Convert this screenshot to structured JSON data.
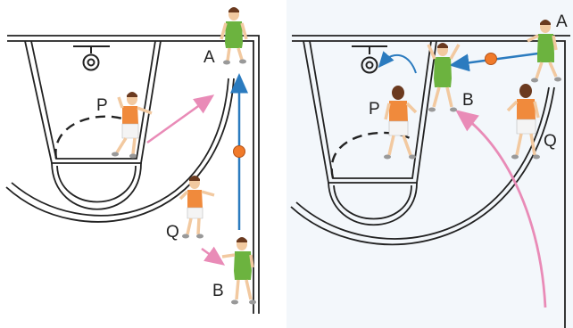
{
  "left_panel": {
    "labels": {
      "A": "A",
      "P": "P",
      "Q": "Q",
      "B": "B"
    }
  },
  "right_panel": {
    "labels": {
      "A": "A",
      "B": "B",
      "P": "P",
      "Q": "Q"
    }
  },
  "colors": {
    "court_line": "#222222",
    "team_green": "#6cb33f",
    "team_orange": "#f08a3c",
    "pass_arrow": "#2b7bbf",
    "run_arrow": "#e98bb7",
    "shorts_white": "#f4f4f4",
    "skin": "#f2c9a0",
    "hair": "#6b3a1f"
  }
}
